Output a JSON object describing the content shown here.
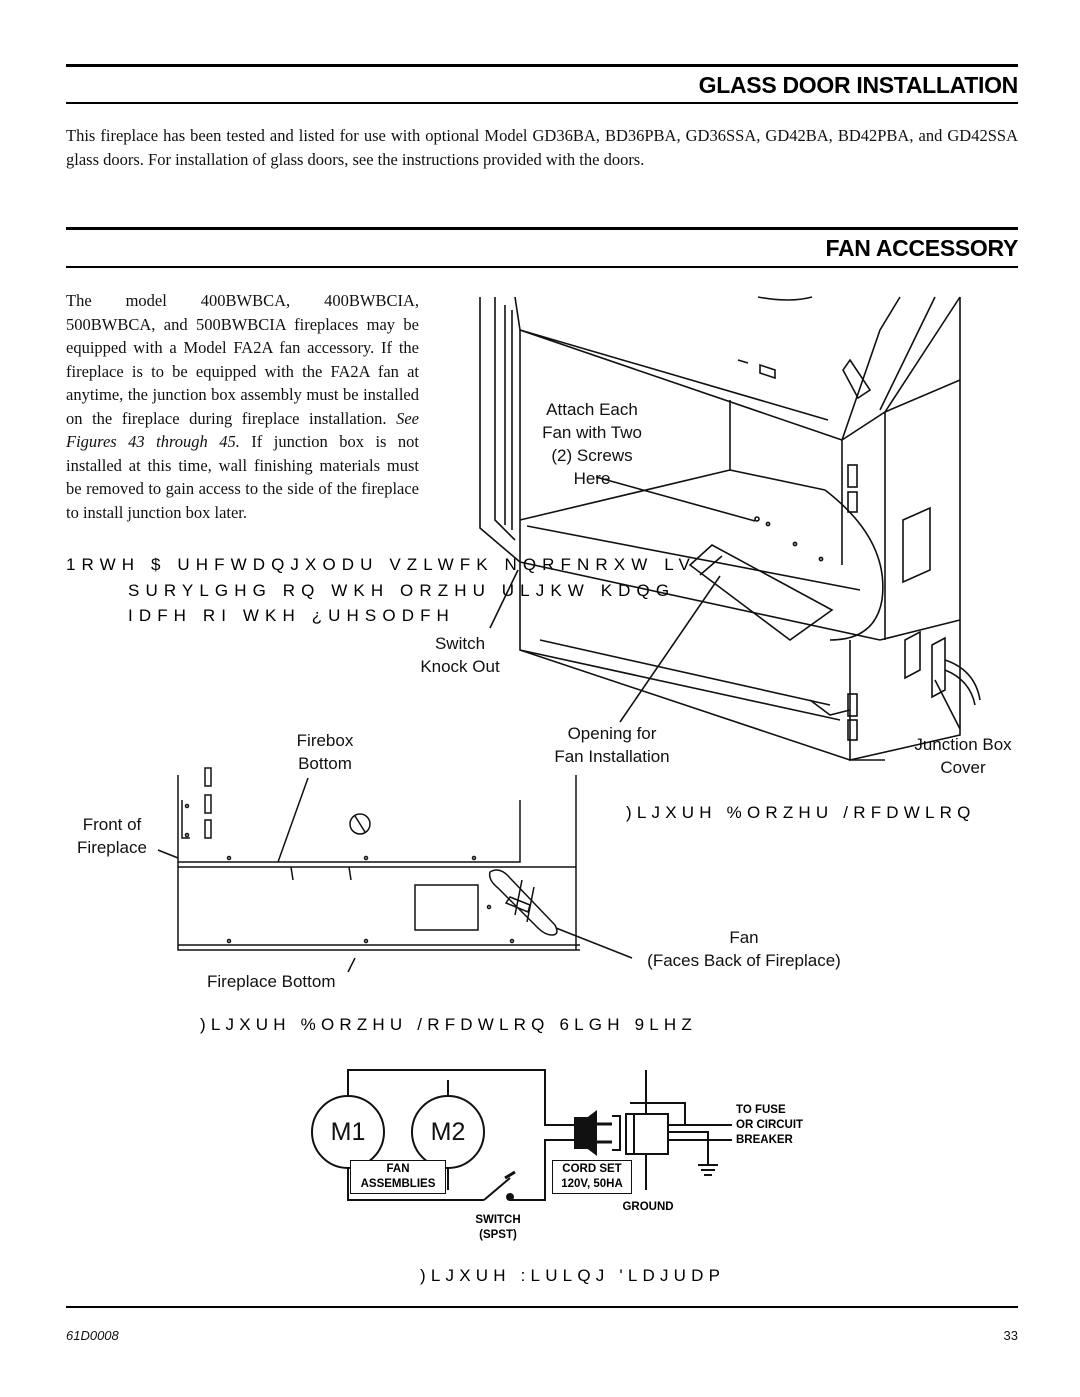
{
  "glass_door": {
    "title": "GLASS DOOR INSTALLATION",
    "body": "This fireplace has been tested and listed for use with optional Model GD36BA, BD36PBA, GD36SSA, GD42BA, BD42PBA, and GD42SSA glass doors. For installation of glass doors, see the instructions provided with the doors."
  },
  "fan_accessory": {
    "title": "FAN ACCESSORY",
    "body_intro": "The model 400BWBCA, 400BWBCIA, 500BWBCA, and 500BWBCIA fireplaces may be equipped with a Model FA2A fan accessory. If the fireplace is to be equipped with the FA2A fan at anytime, the junction box assembly must be installed on the fireplace during fireplace installation.",
    "body_ref": "See Figures 43 through 45.",
    "body_rest": "If junction box is not installed at this time, wall finishing materials must be removed to gain access to the side of the fireplace to install junction box later.",
    "note_lines": [
      "1RWH $ UHFWDQJXODU VZLWFK NQRFNRXW LV",
      "SURYLGHG RQ WKH ORZHU ULJKW KDQG",
      "IDFH RI WKH ¿UHSODFH"
    ]
  },
  "figure43": {
    "labels": {
      "attach": [
        "Attach Each",
        "Fan with Two",
        "(2) Screws",
        "Here"
      ],
      "switch": [
        "Switch",
        "Knock Out"
      ],
      "opening": [
        "Opening for",
        "Fan Installation"
      ],
      "junction": [
        "Junction Box",
        "Cover"
      ]
    },
    "caption": ")LJXUH      %ORZHU /RFDWLRQ"
  },
  "figure44": {
    "labels": {
      "firebox": [
        "Firebox",
        "Bottom"
      ],
      "front": [
        "Front of",
        "Fireplace"
      ],
      "fireplace_bottom": "Fireplace Bottom",
      "fan": [
        "Fan",
        "(Faces Back of Fireplace)"
      ]
    },
    "caption": ")LJXUH      %ORZHU /RFDWLRQ  6LGH 9LHZ"
  },
  "figure45": {
    "motor1": "M1",
    "motor2": "M2",
    "fan_assemblies": [
      "FAN",
      "ASSEMBLIES"
    ],
    "switch": [
      "SWITCH",
      "(SPST)"
    ],
    "cord_set": [
      "CORD SET",
      "120V, 50HA"
    ],
    "ground": "GROUND",
    "fuse": [
      "TO FUSE",
      "OR CIRCUIT",
      "BREAKER"
    ],
    "caption": ")LJXUH      :LULQJ 'LDJUDP"
  },
  "footer": {
    "doc_id": "61D0008",
    "page": "33"
  }
}
